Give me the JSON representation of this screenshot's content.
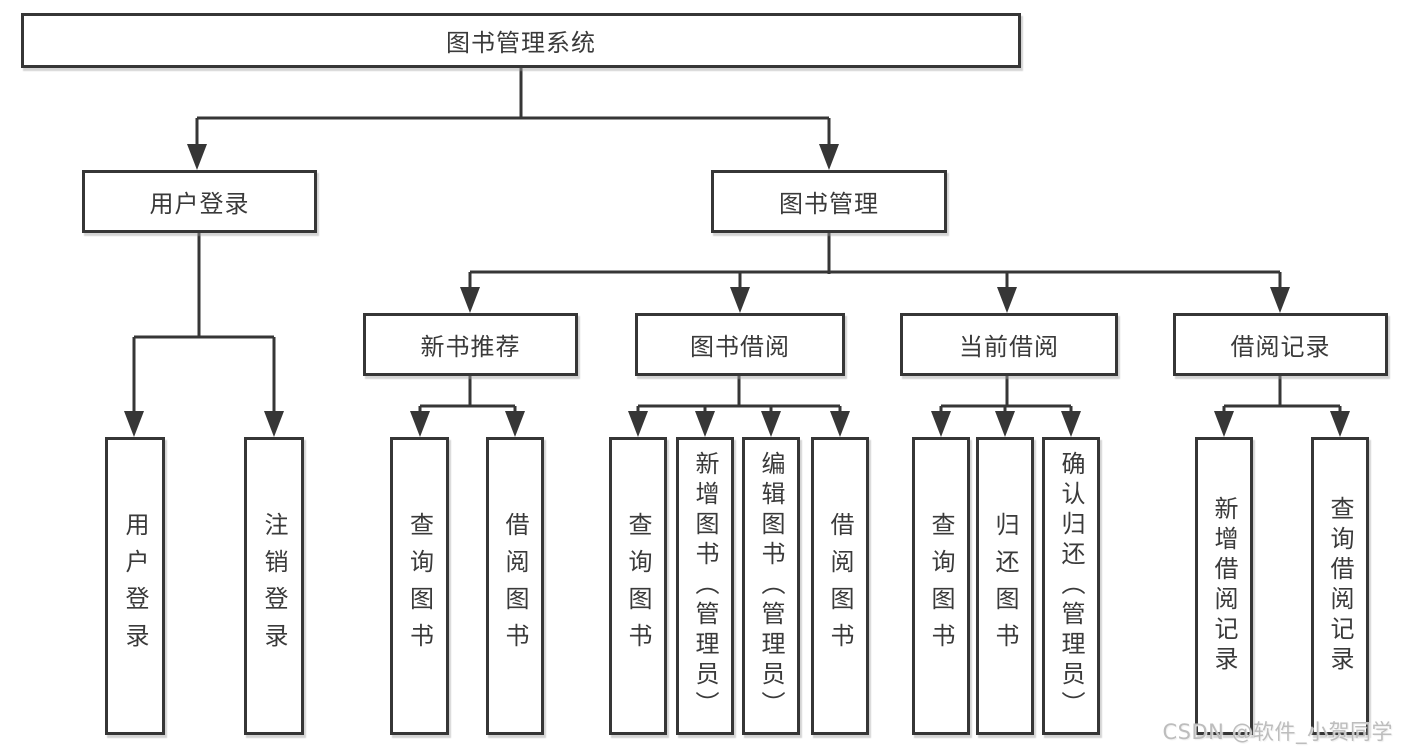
{
  "tree": {
    "root": "图书管理系统",
    "branches": [
      {
        "label": "用户登录",
        "children": [
          {
            "label": "用户登录"
          },
          {
            "label": "注销登录"
          }
        ]
      },
      {
        "label": "图书管理",
        "children": [
          {
            "label": "新书推荐",
            "children": [
              {
                "label": "查询图书"
              },
              {
                "label": "借阅图书"
              }
            ]
          },
          {
            "label": "图书借阅",
            "children": [
              {
                "label": "查询图书"
              },
              {
                "label": "新增图书（管理员）"
              },
              {
                "label": "编辑图书（管理员）"
              },
              {
                "label": "借阅图书"
              }
            ]
          },
          {
            "label": "当前借阅",
            "children": [
              {
                "label": "查询图书"
              },
              {
                "label": "归还图书"
              },
              {
                "label": "确认归还（管理员）"
              }
            ]
          },
          {
            "label": "借阅记录",
            "children": [
              {
                "label": "新增借阅记录"
              },
              {
                "label": "查询借阅记录"
              }
            ]
          }
        ]
      }
    ]
  },
  "watermark": {
    "text": "CSDN @软件_小贺同学",
    "color": "#bdbdbd"
  },
  "colors": {
    "line": "#363636",
    "text": "#3a3a3a",
    "background": "#ffffff"
  }
}
